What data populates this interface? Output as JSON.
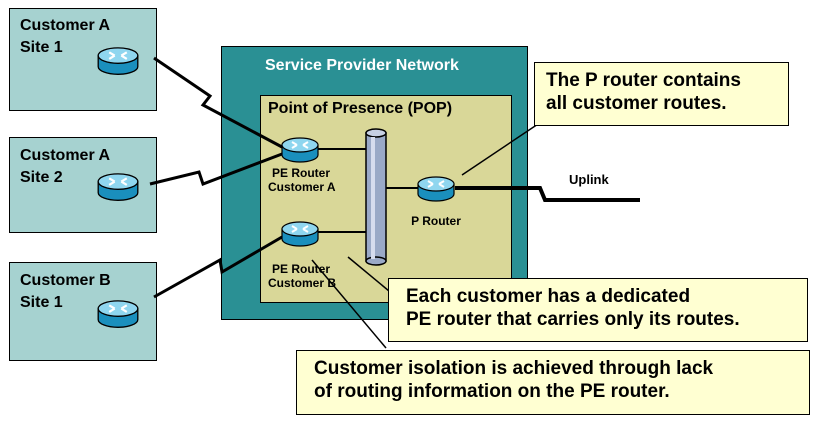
{
  "service_provider": {
    "title": "Service Provider Network"
  },
  "pop": {
    "title": "Point of Presence (POP)"
  },
  "sites": [
    {
      "line1": "Customer A",
      "line2": "Site 1"
    },
    {
      "line1": "Customer A",
      "line2": "Site 2"
    },
    {
      "line1": "Customer B",
      "line2": "Site 1"
    }
  ],
  "routers": {
    "pe_a": {
      "line1": "PE Router",
      "line2": "Customer A"
    },
    "pe_b": {
      "line1": "PE Router",
      "line2": "Customer B"
    },
    "p": {
      "label": "P Router"
    }
  },
  "uplink": {
    "label": "Uplink"
  },
  "callouts": {
    "p_router": {
      "line1": "The P router contains",
      "line2": "all customer routes."
    },
    "dedicated": {
      "line1": "Each customer has a dedicated",
      "line2": "PE router that carries only its routes."
    },
    "isolation": {
      "line1": "Customer isolation is achieved through lack",
      "line2": "of routing information on the PE router."
    }
  },
  "colors": {
    "customer_site_fill": "#a6d2d0",
    "service_provider_fill": "#2a9094",
    "pop_fill": "#d9d798",
    "callout_fill": "#ffffd2",
    "router_body": "#1aa4d4",
    "router_top": "#8fd6ef",
    "bus_fill": "#9aa9c7"
  },
  "icons": [
    "router-icon",
    "backbone-bus-icon",
    "serial-link-icon"
  ]
}
